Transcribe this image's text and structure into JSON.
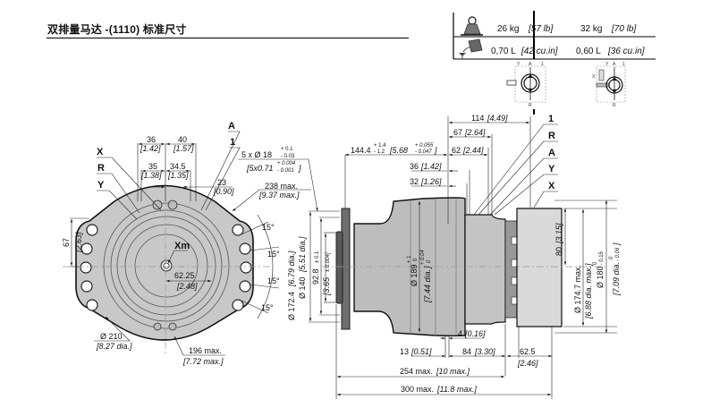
{
  "header": {
    "title": "双排量马达 -(1110) 标准尺寸"
  },
  "spec_table": {
    "weight_icon": "weight-icon",
    "oil_icon": "oil-volume-icon",
    "weight": [
      {
        "value": "26 kg",
        "imperial": "[57 lb]"
      },
      {
        "value": "32 kg",
        "imperial": "[70 lb]"
      }
    ],
    "volume": [
      {
        "value": "0,70 L",
        "imperial": "[42 cu.in]"
      },
      {
        "value": "0,60 L",
        "imperial": "[36 cu.in]"
      }
    ],
    "schematic_ports": {
      "y": "Y",
      "a": "A",
      "one": "1",
      "r": "R",
      "x": "X"
    }
  },
  "front_view": {
    "port_labels": {
      "x": "X",
      "r": "R",
      "y": "Y",
      "a": "A",
      "one": "1",
      "xm": "Xm"
    },
    "dims": {
      "d36": "36",
      "d36_in": "[1.42]",
      "d40": "40",
      "d40_in": "[1.57]",
      "d35": "35",
      "d35_in": "[1.38]",
      "d34_5": "34.5",
      "d34_5_in": "[1.35]",
      "d23": "23",
      "d23_in": "[0.90]",
      "holes": "5 x Ø 18",
      "holes_tol_up": "+ 0.1",
      "holes_tol_dn": "- 0.03",
      "holes_in": "[5x0.71",
      "holes_in_tol_up": "+ 0.004",
      "holes_in_tol_dn": "- 0.001",
      "holes_in_close": "]",
      "d238": "238 max.",
      "d238_in": "[9.37 max.]",
      "d67": "67",
      "d67_in": "[2.63]",
      "d62_25": "62.25",
      "d62_25_in": "[2.48]",
      "angle": "15°",
      "d210": "Ø 210",
      "d210_in": "[8.27 dia.]",
      "d196": "196 max.",
      "d196_in": "[7.72 max.]"
    }
  },
  "side_view": {
    "port_labels": {
      "one": "1",
      "r": "R",
      "a": "A",
      "y": "Y",
      "x": "X"
    },
    "dims": {
      "d114": "114",
      "d114_in": "[4.49]",
      "d67": "67",
      "d67_in": "[2.64]",
      "d62": "62",
      "d62_in": "[2.44]",
      "d144": "144.4",
      "d144_tol_up": "+ 1.4",
      "d144_tol_dn": "- 1.2",
      "d144_in": "[5.68",
      "d144_in_tol_up": "+ 0.055",
      "d144_in_tol_dn": "- 0.047",
      "d144_in_close": "]",
      "d36": "36",
      "d36_in": "[1.42]",
      "d32": "32",
      "d32_in": "[1.26]",
      "d172": "Ø 172.4",
      "d172_in": "[6.79 dia.]",
      "d140": "Ø 140",
      "d140_in": "[5.51 dia.]",
      "d92": "92.8",
      "d92_tol": "± 0.1",
      "d92_in": "[3.65",
      "d92_in_tol": "± 0.004]",
      "d189": "Ø 189",
      "d189_tol_up": "+ 1",
      "d189_tol_dn": "0",
      "d189_in": "[7.44 dia.",
      "d189_in_tol_up": "+ 0.04",
      "d189_in_tol_dn": "0",
      "d189_in_close": "]",
      "d80": "80",
      "d80_in": "[3.15]",
      "d174": "Ø 174.7 max.",
      "d174_in": "[6.88 dia. max.]",
      "d180": "Ø 180",
      "d180_tol_up": "0",
      "d180_tol_dn": "- 0.15",
      "d180_in": "[7.09 dia.",
      "d180_in_tol_up": "0",
      "d180_in_tol_dn": "- 0.06",
      "d180_in_close": "]",
      "d4": "4",
      "d4_in": "[0.16]",
      "d13": "13",
      "d13_in": "[0.51]",
      "d84": "84",
      "d84_in": "[3.30]",
      "d62_5": "62.5",
      "d62_5_in": "[2.46]",
      "d254": "254 max.",
      "d254_in": "[10 max.]",
      "d300": "300 max.",
      "d300_in": "[11.8 max.]"
    }
  }
}
